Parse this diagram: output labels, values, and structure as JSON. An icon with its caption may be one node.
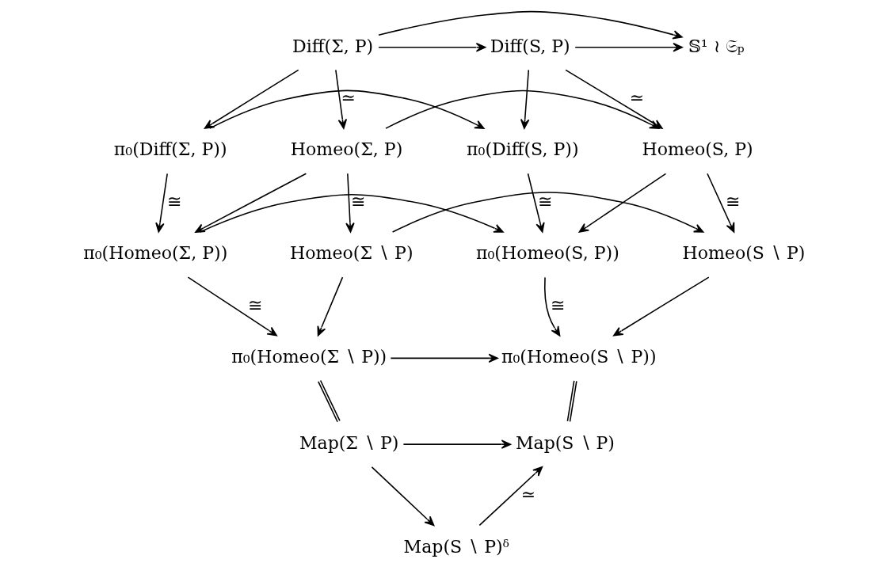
{
  "diagram": {
    "nodes": [
      {
        "text": [
          "Diff(Σ, P)"
        ]
      },
      {
        "text": [
          "Diff(S, P)"
        ]
      },
      {
        "text": [
          "𝕊¹ ≀ 𝔖ₚ"
        ]
      },
      {
        "text": [
          "π₀(Diff(Σ, P))"
        ]
      },
      {
        "text": [
          "π₀(Diff(S, P))"
        ]
      },
      {
        "text": [
          "Homeo(Σ, P)"
        ]
      },
      {
        "text": [
          "Homeo(S, P)"
        ]
      },
      {
        "text": [
          "π₀(Homeo(Σ, P))"
        ]
      },
      {
        "text": [
          "π₀(Homeo(S, P))"
        ]
      },
      {
        "text": [
          "Homeo(Σ ∖ P)"
        ]
      },
      {
        "text": [
          "Homeo(S ∖ P)"
        ]
      },
      {
        "text": [
          "π₀(Homeo(Σ ∖ P))"
        ]
      },
      {
        "text": [
          "π₀(Homeo(S ∖ P))"
        ]
      },
      {
        "text": [
          "Map(Σ ∖ P)"
        ]
      },
      {
        "text": [
          "Map(S ∖ P)"
        ]
      },
      {
        "text": [
          "Map(S ∖ P)ᵟ"
        ]
      }
    ],
    "edges": [
      {
        "from": 0,
        "to": 1,
        "arrow": "to"
      },
      {
        "from": 1,
        "to": 2,
        "arrow": "to"
      },
      {
        "from": 0,
        "to": 2,
        "arrow": "to"
      },
      {
        "from": 0,
        "to": 3,
        "arrow": "to"
      },
      {
        "from": 1,
        "to": 4,
        "arrow": "to"
      },
      {
        "from": 3,
        "to": 4,
        "arrow": "to"
      },
      {
        "from": 0,
        "to": 5,
        "arrow": "to",
        "label": "≃"
      },
      {
        "from": 1,
        "to": 6,
        "arrow": "to",
        "label": "≃"
      },
      {
        "from": 3,
        "to": 7,
        "arrow": "to",
        "label": "≅"
      },
      {
        "from": 4,
        "to": 8,
        "arrow": "to",
        "label": "≅"
      },
      {
        "from": 5,
        "to": 6,
        "arrow": "to"
      },
      {
        "from": 5,
        "to": 7,
        "arrow": "to"
      },
      {
        "from": 6,
        "to": 8,
        "arrow": "to"
      },
      {
        "from": 7,
        "to": 8,
        "arrow": "to"
      },
      {
        "from": 5,
        "to": 9,
        "arrow": "to",
        "label": "≅"
      },
      {
        "from": 6,
        "to": 10,
        "arrow": "to",
        "label": "≅"
      },
      {
        "from": 7,
        "to": 11,
        "arrow": "to",
        "label": "≅"
      },
      {
        "from": 8,
        "to": 12,
        "arrow": "to",
        "label": "≅"
      },
      {
        "from": 9,
        "to": 10,
        "arrow": "to"
      },
      {
        "from": 9,
        "to": 11,
        "arrow": "to"
      },
      {
        "from": 10,
        "to": 12,
        "arrow": "to"
      },
      {
        "from": 11,
        "to": 12,
        "arrow": "to"
      },
      {
        "from": 11,
        "to": 13,
        "arrow": "none"
      },
      {
        "from": 12,
        "to": 14,
        "arrow": "none"
      },
      {
        "from": 13,
        "to": 14,
        "arrow": "to"
      },
      {
        "from": 13,
        "to": 15,
        "arrow": "to"
      },
      {
        "from": 15,
        "to": 14,
        "arrow": "to",
        "label": "≃"
      }
    ]
  }
}
